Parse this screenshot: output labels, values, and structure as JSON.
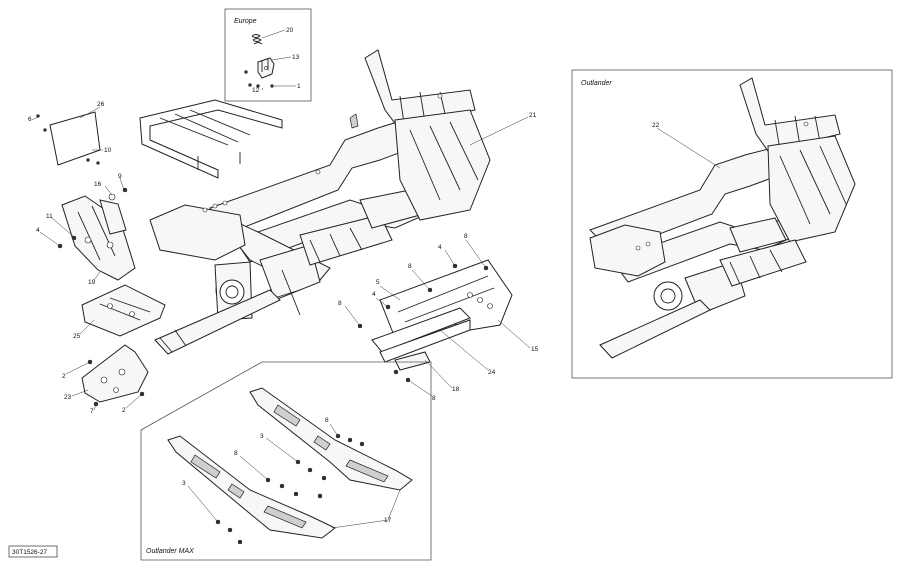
{
  "diagram": {
    "ref_code": "30T1526-27",
    "inset_titles": {
      "europe": "Europe",
      "outlander": "Outlander",
      "outlander_max": "Outlander MAX"
    },
    "callouts": [
      {
        "id": "c20",
        "text": "20"
      },
      {
        "id": "c13",
        "text": "13"
      },
      {
        "id": "c12",
        "text": "12"
      },
      {
        "id": "c1",
        "text": "1"
      },
      {
        "id": "c26",
        "text": "26"
      },
      {
        "id": "c6",
        "text": "6"
      },
      {
        "id": "c10",
        "text": "10"
      },
      {
        "id": "c9",
        "text": "9"
      },
      {
        "id": "c16",
        "text": "16"
      },
      {
        "id": "c11",
        "text": "11"
      },
      {
        "id": "c4a",
        "text": "4"
      },
      {
        "id": "c19",
        "text": "19"
      },
      {
        "id": "c25",
        "text": "25"
      },
      {
        "id": "c2a",
        "text": "2"
      },
      {
        "id": "c23",
        "text": "23"
      },
      {
        "id": "c7",
        "text": "7"
      },
      {
        "id": "c2b",
        "text": "2"
      },
      {
        "id": "c21",
        "text": "21"
      },
      {
        "id": "c22",
        "text": "22"
      },
      {
        "id": "c8a",
        "text": "8"
      },
      {
        "id": "c4b",
        "text": "4"
      },
      {
        "id": "c8b",
        "text": "8"
      },
      {
        "id": "c4c",
        "text": "4"
      },
      {
        "id": "c5",
        "text": "5"
      },
      {
        "id": "c8c",
        "text": "8"
      },
      {
        "id": "c15",
        "text": "15"
      },
      {
        "id": "c24",
        "text": "24"
      },
      {
        "id": "c18",
        "text": "18"
      },
      {
        "id": "c8d",
        "text": "8"
      },
      {
        "id": "c8e",
        "text": "8"
      },
      {
        "id": "c3a",
        "text": "3"
      },
      {
        "id": "c8f",
        "text": "8"
      },
      {
        "id": "c3b",
        "text": "3"
      },
      {
        "id": "c17",
        "text": "17"
      }
    ]
  }
}
